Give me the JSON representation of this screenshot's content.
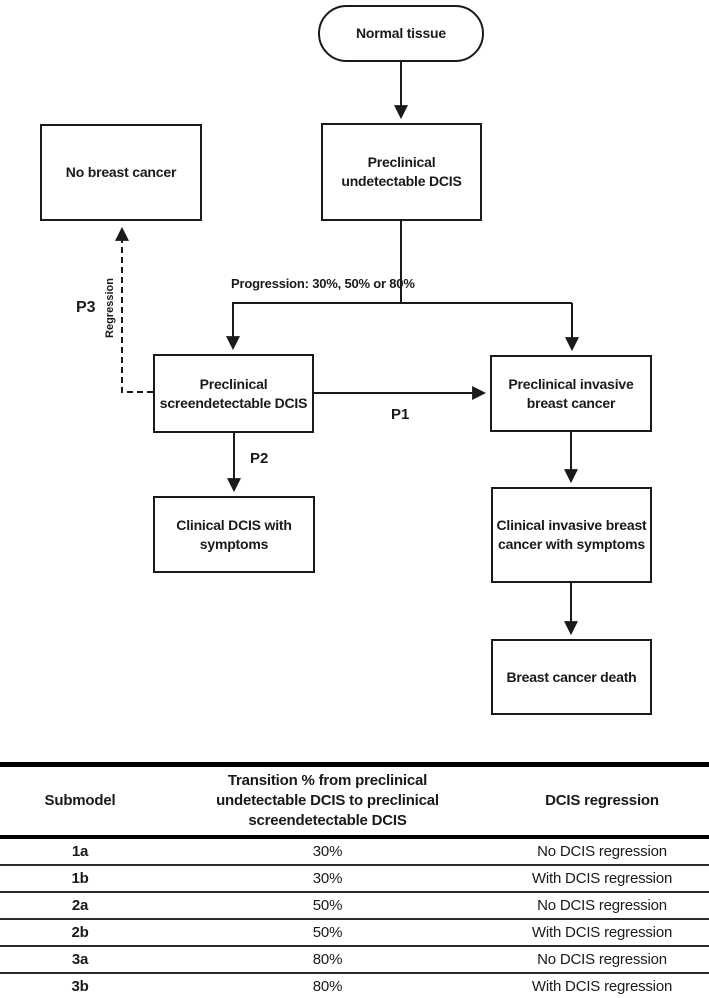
{
  "diagram": {
    "nodes": {
      "normal_tissue": "Normal tissue",
      "no_breast_cancer": "No breast cancer",
      "preclinical_undetectable": "Preclinical\nundetectable DCIS",
      "preclinical_screendetectable": "Preclinical\nscreendetectable DCIS",
      "preclinical_invasive": "Preclinical invasive\nbreast cancer",
      "clinical_dcis": "Clinical DCIS with\nsymptoms",
      "clinical_invasive": "Clinical invasive breast\ncancer with symptoms",
      "breast_cancer_death": "Breast cancer death"
    },
    "labels": {
      "progression": "Progression: 30%, 50% or 80%",
      "p1": "P1",
      "p2": "P2",
      "p3": "P3",
      "regression": "Regression"
    }
  },
  "table": {
    "header_submodel": "Submodel",
    "header_transition": "Transition % from preclinical\nundetectable DCIS to preclinical\nscreendetectable DCIS",
    "header_regression": "DCIS regression",
    "rows": [
      [
        "1a",
        "30%",
        "No DCIS regression"
      ],
      [
        "1b",
        "30%",
        "With DCIS regression"
      ],
      [
        "2a",
        "50%",
        "No DCIS regression"
      ],
      [
        "2b",
        "50%",
        "With DCIS regression"
      ],
      [
        "3a",
        "80%",
        "No DCIS regression"
      ],
      [
        "3b",
        "80%",
        "With DCIS regression"
      ]
    ]
  },
  "colors": {
    "line": "#1a1a1a",
    "background": "#ffffff",
    "text": "#1a1a1a"
  }
}
